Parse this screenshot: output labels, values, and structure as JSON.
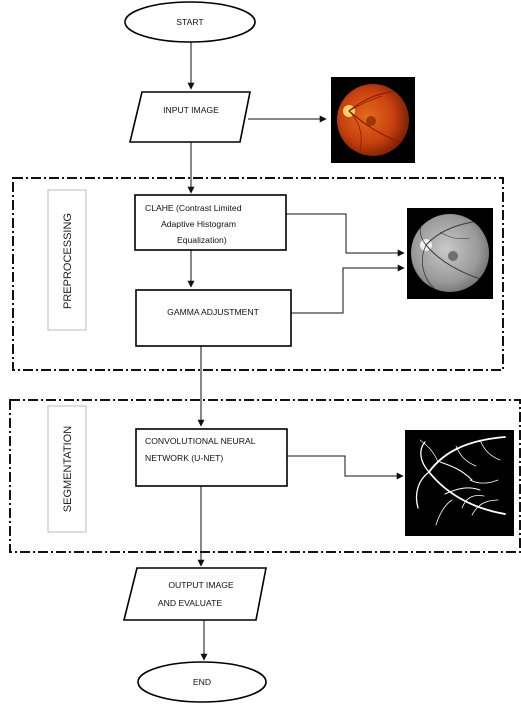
{
  "flowchart": {
    "start": "START",
    "input_image": "INPUT IMAGE",
    "clahe": [
      "CLAHE (Contrast Limited",
      "Adaptive Histogram",
      "Equalization)"
    ],
    "gamma": "GAMMA ADJUSTMENT",
    "cnn": [
      "CONVOLUTIONAL NEURAL",
      "NETWORK (U-NET)"
    ],
    "output": [
      "OUTPUT IMAGE",
      "AND EVALUATE"
    ],
    "end": "END"
  },
  "groups": {
    "preprocessing": "PREPROCESSING",
    "segmentation": "SEGMENTATION"
  },
  "images": {
    "fundus_color": "#c9420f",
    "fundus_gray": "#9a9a9a",
    "vessel_map": "#ffffff"
  }
}
